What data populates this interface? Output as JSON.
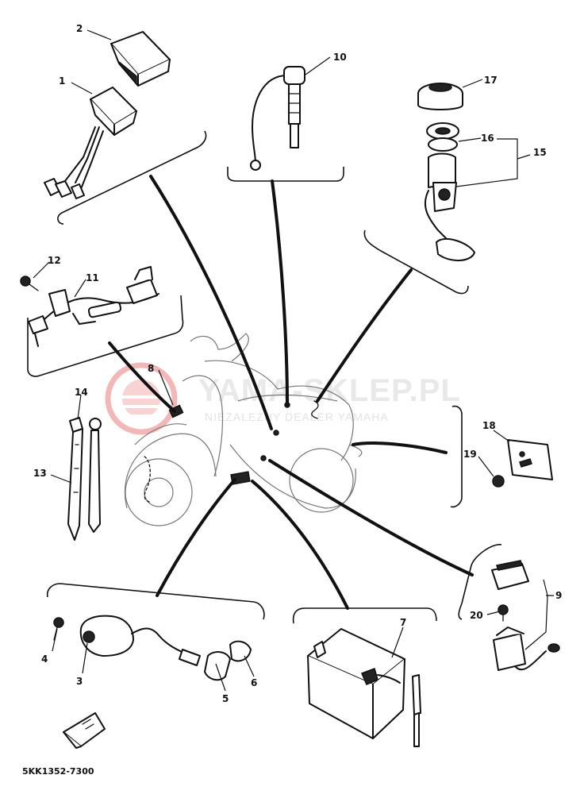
{
  "watermark": {
    "brand": "YAMA-SKLEP.PL",
    "tagline": "NIEZALEŻNY DEALER YAMAHA",
    "accent_color": "#f2b8b8"
  },
  "diagram_code": "5KK1352-7300",
  "fwd_icon": "fwd-arrow-icon",
  "parts": [
    {
      "ref": "1"
    },
    {
      "ref": "2"
    },
    {
      "ref": "3"
    },
    {
      "ref": "4"
    },
    {
      "ref": "5"
    },
    {
      "ref": "6"
    },
    {
      "ref": "7"
    },
    {
      "ref": "8"
    },
    {
      "ref": "9"
    },
    {
      "ref": "10"
    },
    {
      "ref": "11"
    },
    {
      "ref": "12"
    },
    {
      "ref": "13"
    },
    {
      "ref": "14"
    },
    {
      "ref": "15"
    },
    {
      "ref": "16"
    },
    {
      "ref": "17"
    },
    {
      "ref": "18"
    },
    {
      "ref": "19"
    },
    {
      "ref": "20"
    }
  ]
}
